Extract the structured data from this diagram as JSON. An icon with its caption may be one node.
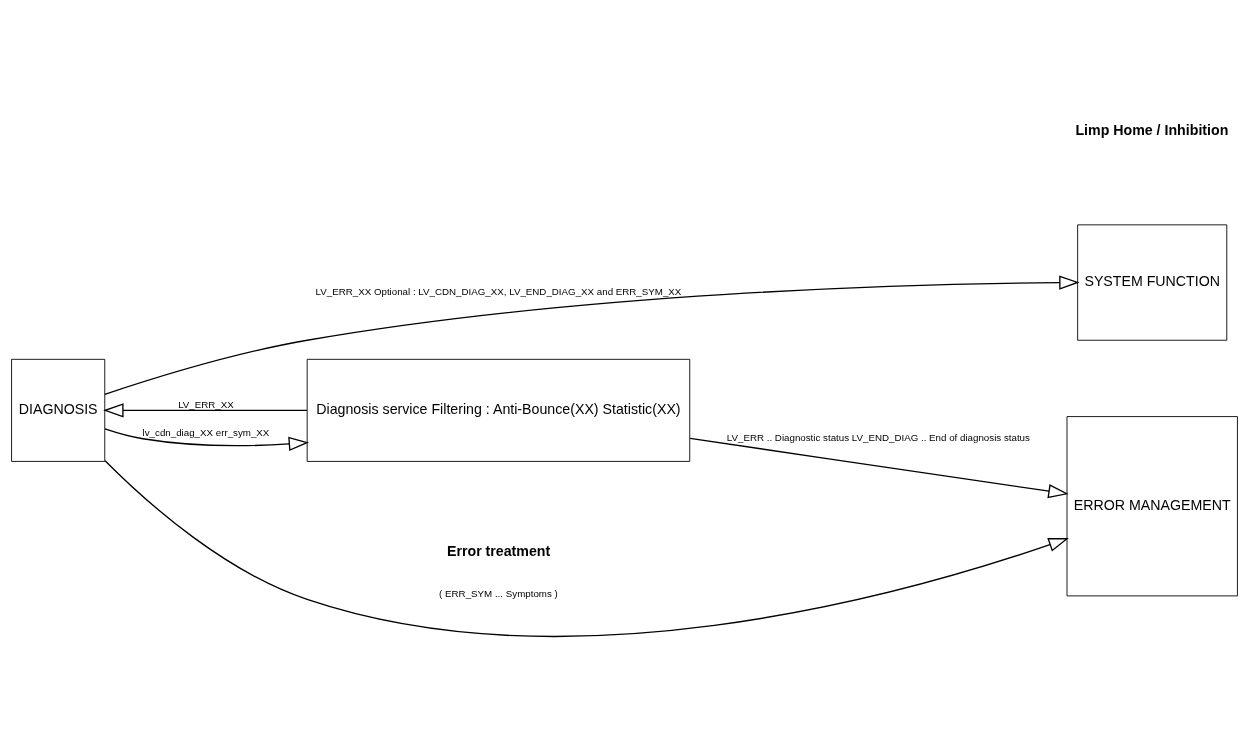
{
  "diagram": {
    "nodes": [
      {
        "text": [
          "DIAGNOSIS"
        ]
      },
      {
        "text": [
          "Diagnosis service Filtering : Anti-Bounce(XX) Statistic(XX)"
        ]
      },
      {
        "text": [
          "SYSTEM FUNCTION"
        ]
      },
      {
        "text": [
          "ERROR MANAGEMENT"
        ]
      }
    ],
    "edges": [
      {
        "from": 0,
        "to": 2,
        "arrow": "to",
        "label": "LV_ERR_XX Optional : LV_CDN_DIAG_XX, LV_END_DIAG_XX and ERR_SYM_XX"
      },
      {
        "from": 0,
        "to": 1,
        "arrow": "to",
        "label": "lv_cdn_diag_XX err_sym_XX"
      },
      {
        "from": 1,
        "to": 0,
        "arrow": "to",
        "label": "LV_ERR_XX"
      },
      {
        "from": 1,
        "to": 3,
        "arrow": "to",
        "label": "LV_ERR .. Diagnostic status LV_END_DIAG .. End of diagnosis status"
      },
      {
        "from": 0,
        "to": 3,
        "arrow": "to",
        "label": "( ERR_SYM ... Symptoms )"
      }
    ],
    "labels": [
      "Limp Home / Inhibition",
      "Error treatment"
    ]
  }
}
